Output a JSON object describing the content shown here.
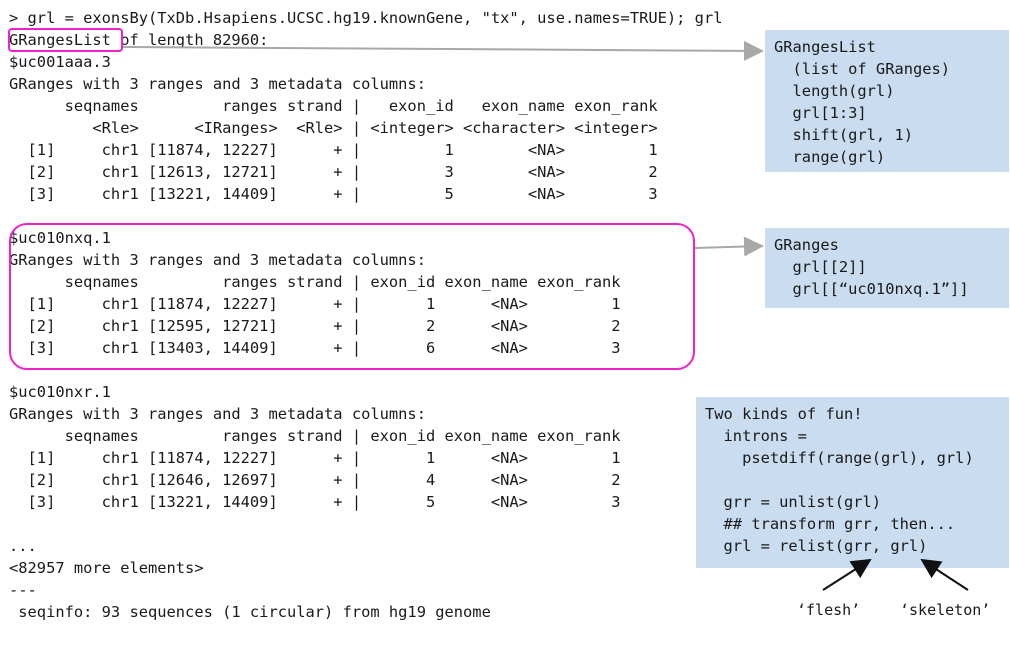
{
  "console": {
    "lines": [
      "> grl = exonsBy(TxDb.Hsapiens.UCSC.hg19.knownGene, \"tx\", use.names=TRUE); grl",
      "GRangesList of length 82960:",
      "$uc001aaa.3",
      "GRanges with 3 ranges and 3 metadata columns:",
      "      seqnames         ranges strand |   exon_id   exon_name exon_rank",
      "         <Rle>      <IRanges>  <Rle> | <integer> <character> <integer>",
      "  [1]     chr1 [11874, 12227]      + |         1        <NA>         1",
      "  [2]     chr1 [12613, 12721]      + |         3        <NA>         2",
      "  [3]     chr1 [13221, 14409]      + |         5        <NA>         3",
      "",
      "$uc010nxq.1",
      "GRanges with 3 ranges and 3 metadata columns:",
      "      seqnames         ranges strand | exon_id exon_name exon_rank",
      "  [1]     chr1 [11874, 12227]      + |       1      <NA>         1",
      "  [2]     chr1 [12595, 12721]      + |       2      <NA>         2",
      "  [3]     chr1 [13403, 14409]      + |       6      <NA>         3",
      "",
      "$uc010nxr.1",
      "GRanges with 3 ranges and 3 metadata columns:",
      "      seqnames         ranges strand | exon_id exon_name exon_rank",
      "  [1]     chr1 [11874, 12227]      + |       1      <NA>         1",
      "  [2]     chr1 [12646, 12697]      + |       4      <NA>         2",
      "  [3]     chr1 [13221, 14409]      + |       5      <NA>         3",
      "",
      "...",
      "<82957 more elements>",
      "---",
      " seqinfo: 93 sequences (1 circular) from hg19 genome"
    ]
  },
  "notes": {
    "grangeslist": {
      "lines": [
        "GRangesList",
        "  (list of GRanges)",
        "  length(grl)",
        "  grl[1:3]",
        "  shift(grl, 1)",
        "  range(grl)"
      ]
    },
    "granges": {
      "lines": [
        "GRanges",
        "  grl[[2]]",
        "  grl[[“uc010nxq.1”]]"
      ]
    },
    "fun": {
      "lines": [
        "Two kinds of fun!",
        "  introns =",
        "    psetdiff(range(grl), grl)",
        "",
        "  grr = unlist(grl)",
        "  ## transform grr, then...",
        "  grl = relist(grr, grl)"
      ]
    }
  },
  "captions": {
    "flesh": "‘flesh’",
    "skeleton": "‘skeleton’"
  },
  "colors": {
    "highlight": "#ee22cc",
    "note_bg": "#c9dcf0",
    "arrow_gray": "#a8a8a8"
  }
}
